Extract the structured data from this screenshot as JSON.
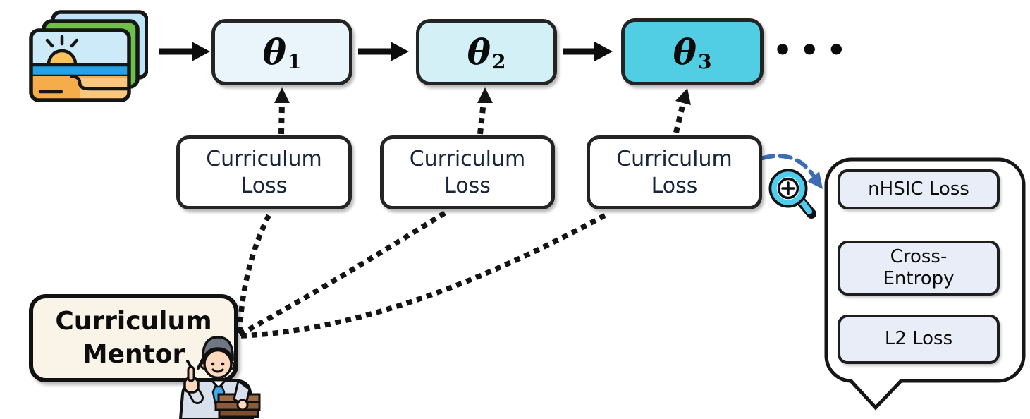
{
  "figure": {
    "models": [
      {
        "symbol": "θ",
        "sub": "1"
      },
      {
        "symbol": "θ",
        "sub": "2"
      },
      {
        "symbol": "θ",
        "sub": "3"
      }
    ],
    "ellipsis": "•••",
    "loss_boxes": [
      {
        "label": "Curriculum\nLoss"
      },
      {
        "label": "Curriculum\nLoss"
      },
      {
        "label": "Curriculum\nLoss"
      }
    ],
    "mentor": {
      "label": "Curriculum\nMentor"
    },
    "bubble": {
      "items": [
        {
          "label": "nHSIC Loss"
        },
        {
          "label": "Cross-\nEntropy"
        },
        {
          "label": "L2 Loss"
        }
      ]
    },
    "icons": {
      "input": "image-stack-icon",
      "mentor": "teacher-icon",
      "zoom": "magnifier-plus-icon"
    },
    "colors": {
      "model_fill_1": "#EAF5FB",
      "model_fill_2": "#D3F0F7",
      "model_fill_3": "#52CEE4",
      "outline": "#242424",
      "loss_text": "#17263B",
      "mentor_fill": "#FAF4E8",
      "bubble_item_fill": "#E9EDF8",
      "zoom_arrow_blue": "#3D6CB4",
      "magnifier_cyan": "#4ECDF0"
    }
  }
}
